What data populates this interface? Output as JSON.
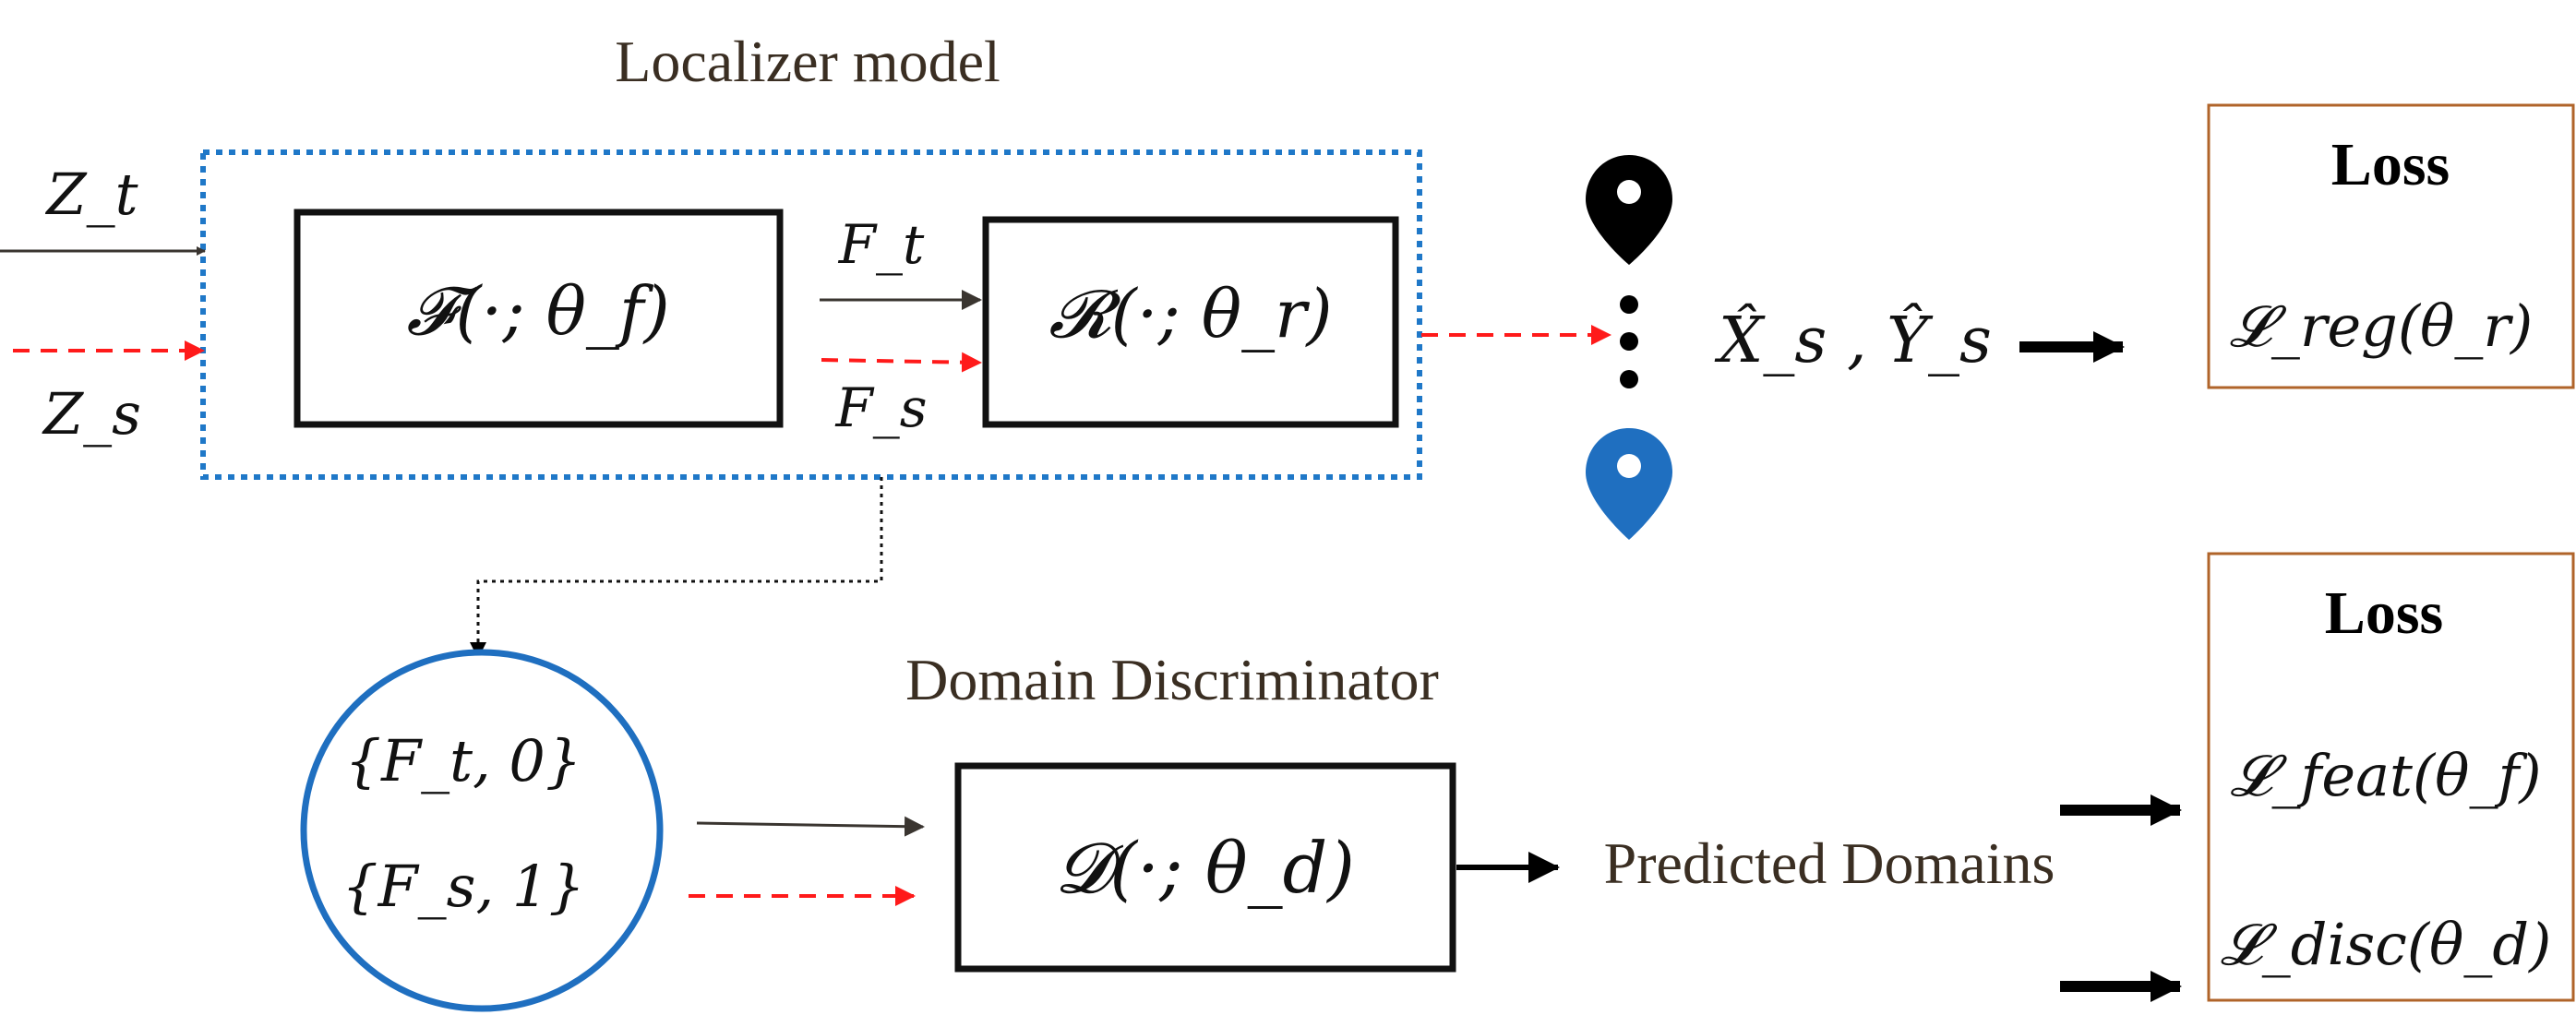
{
  "localizer": {
    "title": "Localizer model",
    "feature_block_label": "𝓕(·; θ_f)",
    "regressor_block_label": "𝓡(·; θ_r)"
  },
  "inputs": {
    "target": "Z_t",
    "source": "Z_s"
  },
  "features": {
    "target": "F_t",
    "source": "F_s"
  },
  "prediction": {
    "label": "X̂_s , Ŷ_s"
  },
  "loss_top": {
    "title": "Loss",
    "term": "𝓛_reg(θ_r)"
  },
  "discriminator": {
    "title": "Domain Discriminator",
    "block_label": "𝓓(·; θ_d)",
    "set_target": "{F_t, 0}",
    "set_source": "{F_s, 1}",
    "output_label": "Predicted Domains"
  },
  "loss_bottom": {
    "title": "Loss",
    "term_feat": "𝓛_feat(θ_f)",
    "term_disc": "𝓛_disc(θ_d)"
  },
  "colors": {
    "solid_arrow": "#3a3530",
    "source_arrow": "#ff1a1a",
    "localizer_border": "#1f78c8",
    "circle_border": "#1f6fc0",
    "loss_border": "#b0642a",
    "pin_black": "#000000",
    "pin_blue": "#1f6fc0"
  }
}
